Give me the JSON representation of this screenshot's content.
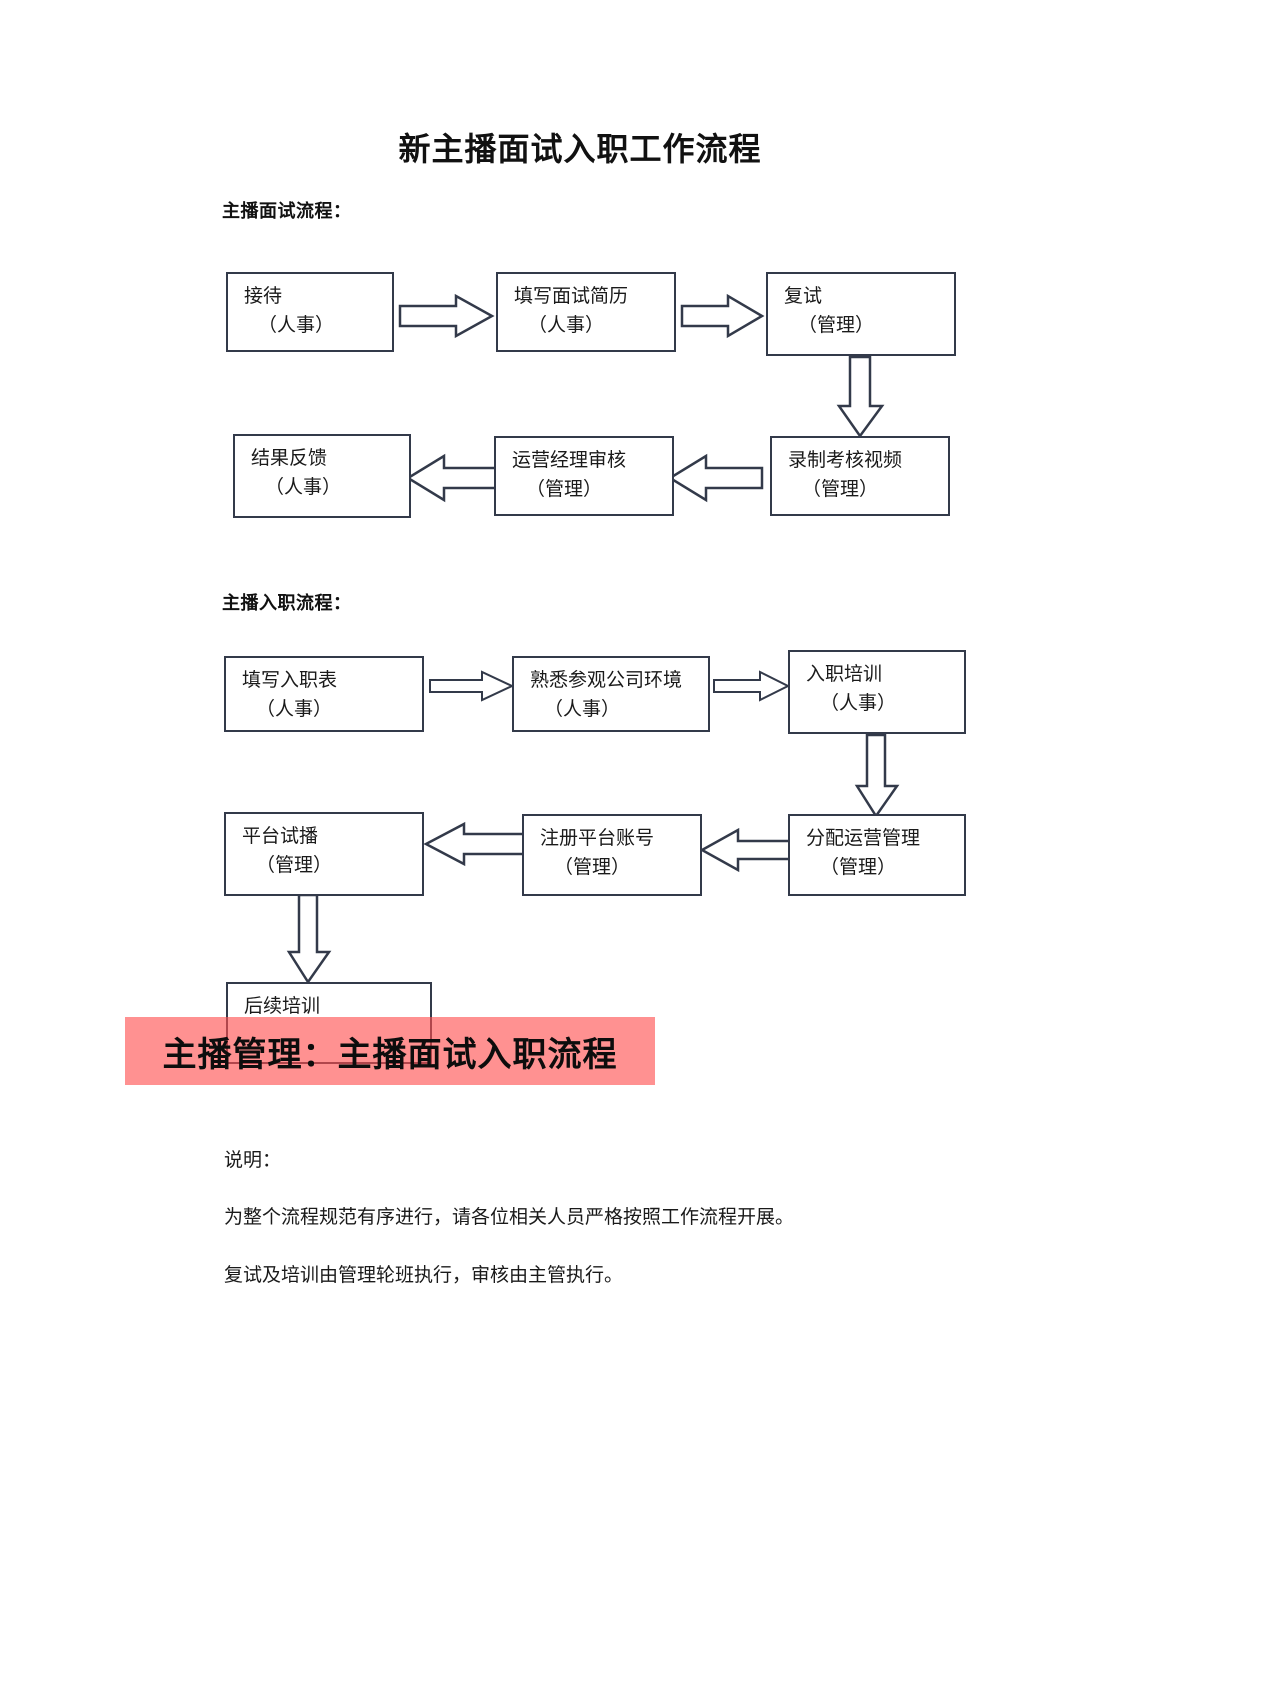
{
  "document": {
    "title": "新主播面试入职工作流程"
  },
  "sections": [
    {
      "id": "interview",
      "header": "主播面试流程："
    },
    {
      "id": "onboard",
      "header": "主播入职流程："
    }
  ],
  "interview_flow": {
    "nodes": [
      {
        "id": "reception",
        "label": "接待",
        "owner": "（人事）"
      },
      {
        "id": "fill-resume",
        "label": "填写面试简历",
        "owner": "（人事）"
      },
      {
        "id": "second-round",
        "label": "复试",
        "owner": "（管理）"
      },
      {
        "id": "record-video",
        "label": "录制考核视频",
        "owner": "（管理）"
      },
      {
        "id": "manager-review",
        "label": "运营经理审核",
        "owner": "（管理）"
      },
      {
        "id": "result-feedback",
        "label": "结果反馈",
        "owner": "（人事）"
      }
    ],
    "arrows": [
      {
        "from": "reception",
        "to": "fill-resume",
        "direction": "right"
      },
      {
        "from": "fill-resume",
        "to": "second-round",
        "direction": "right"
      },
      {
        "from": "second-round",
        "to": "record-video",
        "direction": "down"
      },
      {
        "from": "record-video",
        "to": "manager-review",
        "direction": "left"
      },
      {
        "from": "manager-review",
        "to": "result-feedback",
        "direction": "left"
      }
    ]
  },
  "onboard_flow": {
    "nodes": [
      {
        "id": "fill-form",
        "label": "填写入职表",
        "owner": "（人事）"
      },
      {
        "id": "tour-company",
        "label": "熟悉参观公司环境",
        "owner": "（人事）"
      },
      {
        "id": "orientation",
        "label": "入职培训",
        "owner": "（人事）"
      },
      {
        "id": "assign-ops",
        "label": "分配运营管理",
        "owner": "（管理）"
      },
      {
        "id": "register-acct",
        "label": "注册平台账号",
        "owner": "（管理）"
      },
      {
        "id": "trial-stream",
        "label": "平台试播",
        "owner": "（管理）"
      },
      {
        "id": "follow-up",
        "label": "后续培训",
        "owner": ""
      }
    ],
    "arrows": [
      {
        "from": "fill-form",
        "to": "tour-company",
        "direction": "right"
      },
      {
        "from": "tour-company",
        "to": "orientation",
        "direction": "right"
      },
      {
        "from": "orientation",
        "to": "assign-ops",
        "direction": "down"
      },
      {
        "from": "assign-ops",
        "to": "register-acct",
        "direction": "left"
      },
      {
        "from": "register-acct",
        "to": "trial-stream",
        "direction": "left"
      },
      {
        "from": "trial-stream",
        "to": "follow-up",
        "direction": "down"
      }
    ]
  },
  "highlight_banner": {
    "text": "主播管理：主播面试入职流程",
    "background_color": "#FF4E4E",
    "text_color": "#0D0D0D"
  },
  "notes": {
    "label": "说明：",
    "line1": "为整个流程规范有序进行，请各位相关人员严格按照工作流程开展。",
    "line2": "复试及培训由管理轮班执行，审核由主管执行。"
  },
  "colors": {
    "box_border": "#333A4A",
    "text": "#1A1A1A",
    "page_background": "#FFFFFF"
  }
}
